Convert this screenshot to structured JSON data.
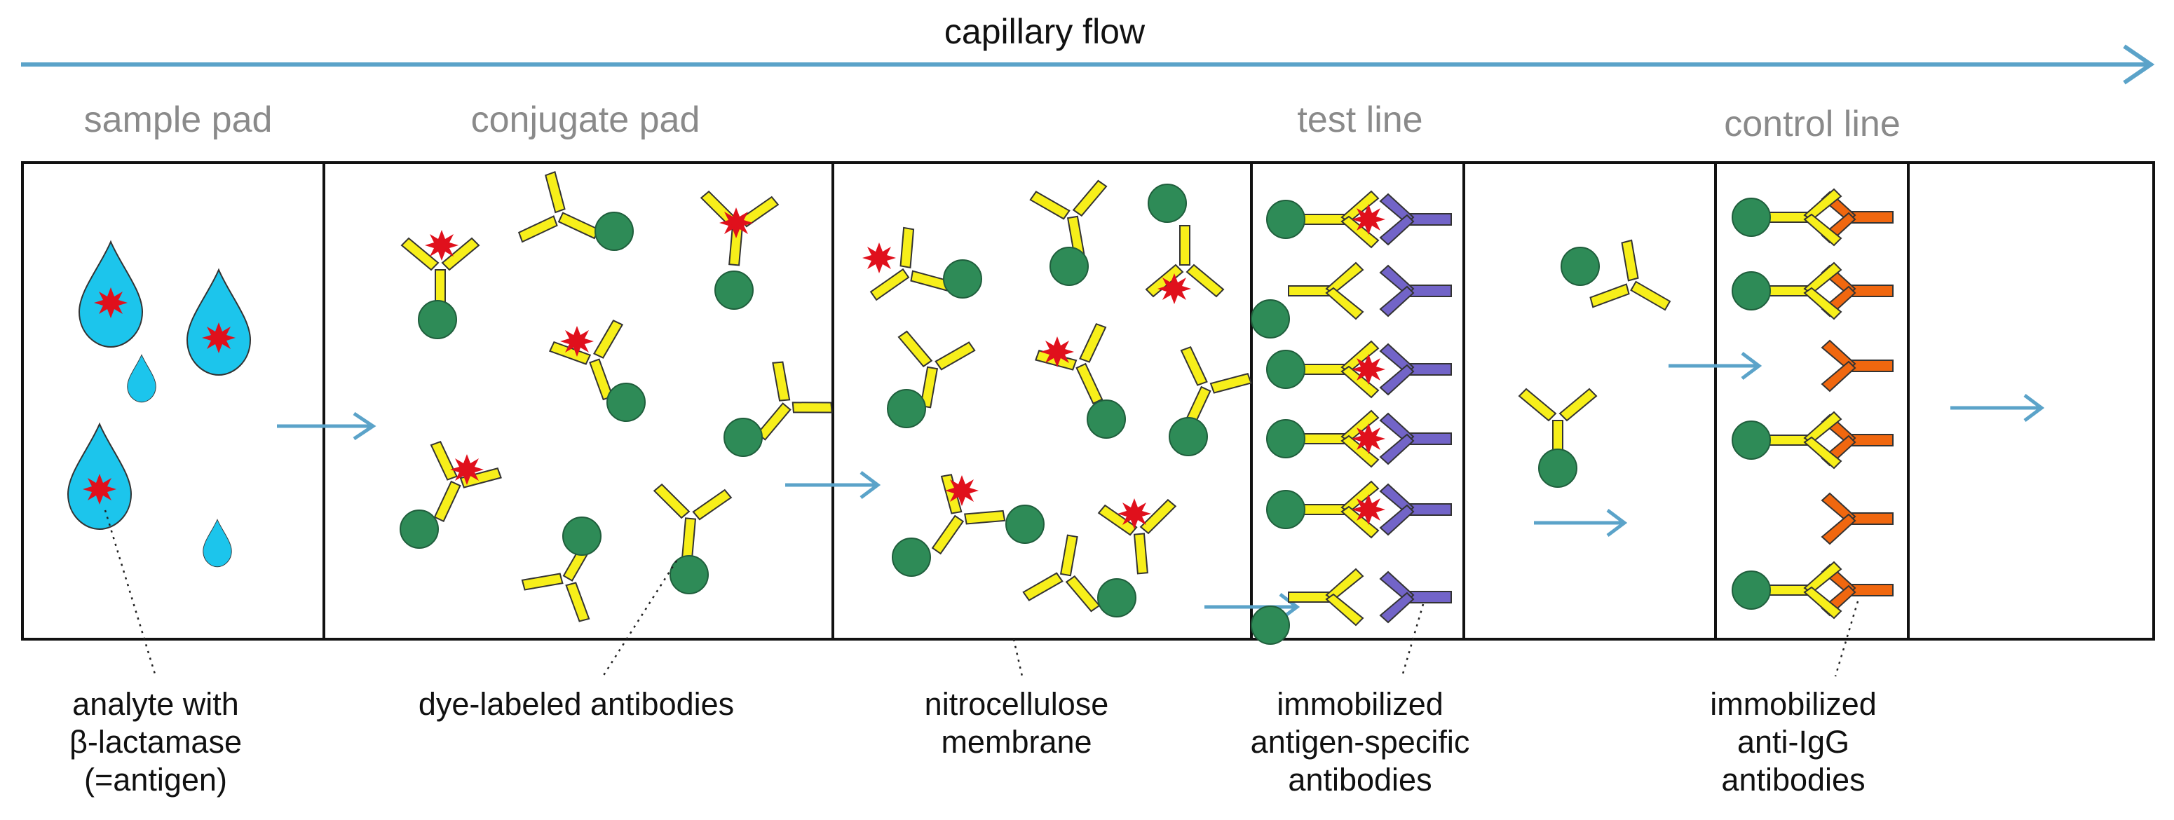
{
  "title": "capillary flow",
  "sections": {
    "sample_pad": "sample pad",
    "conjugate_pad": "conjugate pad",
    "test_line": "test line",
    "control_line": "control line"
  },
  "captions": {
    "analyte": [
      "analyte with",
      "β-lactamase",
      "(=antigen)"
    ],
    "dye_labeled": [
      "dye-labeled antibodies"
    ],
    "membrane": [
      "nitrocellulose",
      "membrane"
    ],
    "immobilized_specific": [
      "immobilized",
      "antigen-specific",
      "antibodies"
    ],
    "immobilized_anti_igg": [
      "immobilized",
      "anti-IgG",
      "antibodies"
    ]
  },
  "colors": {
    "flow_arrow": "#5ba3c9",
    "drop": "#1cc5ec",
    "antigen": "#e0101c",
    "dye": "#2e8b57",
    "antibody": "#f7ef1a",
    "capture_antibody": "#7264c8",
    "anti_igg_antibody": "#f0670f",
    "frame": "#111111",
    "section_head": "#8a8a8a"
  }
}
